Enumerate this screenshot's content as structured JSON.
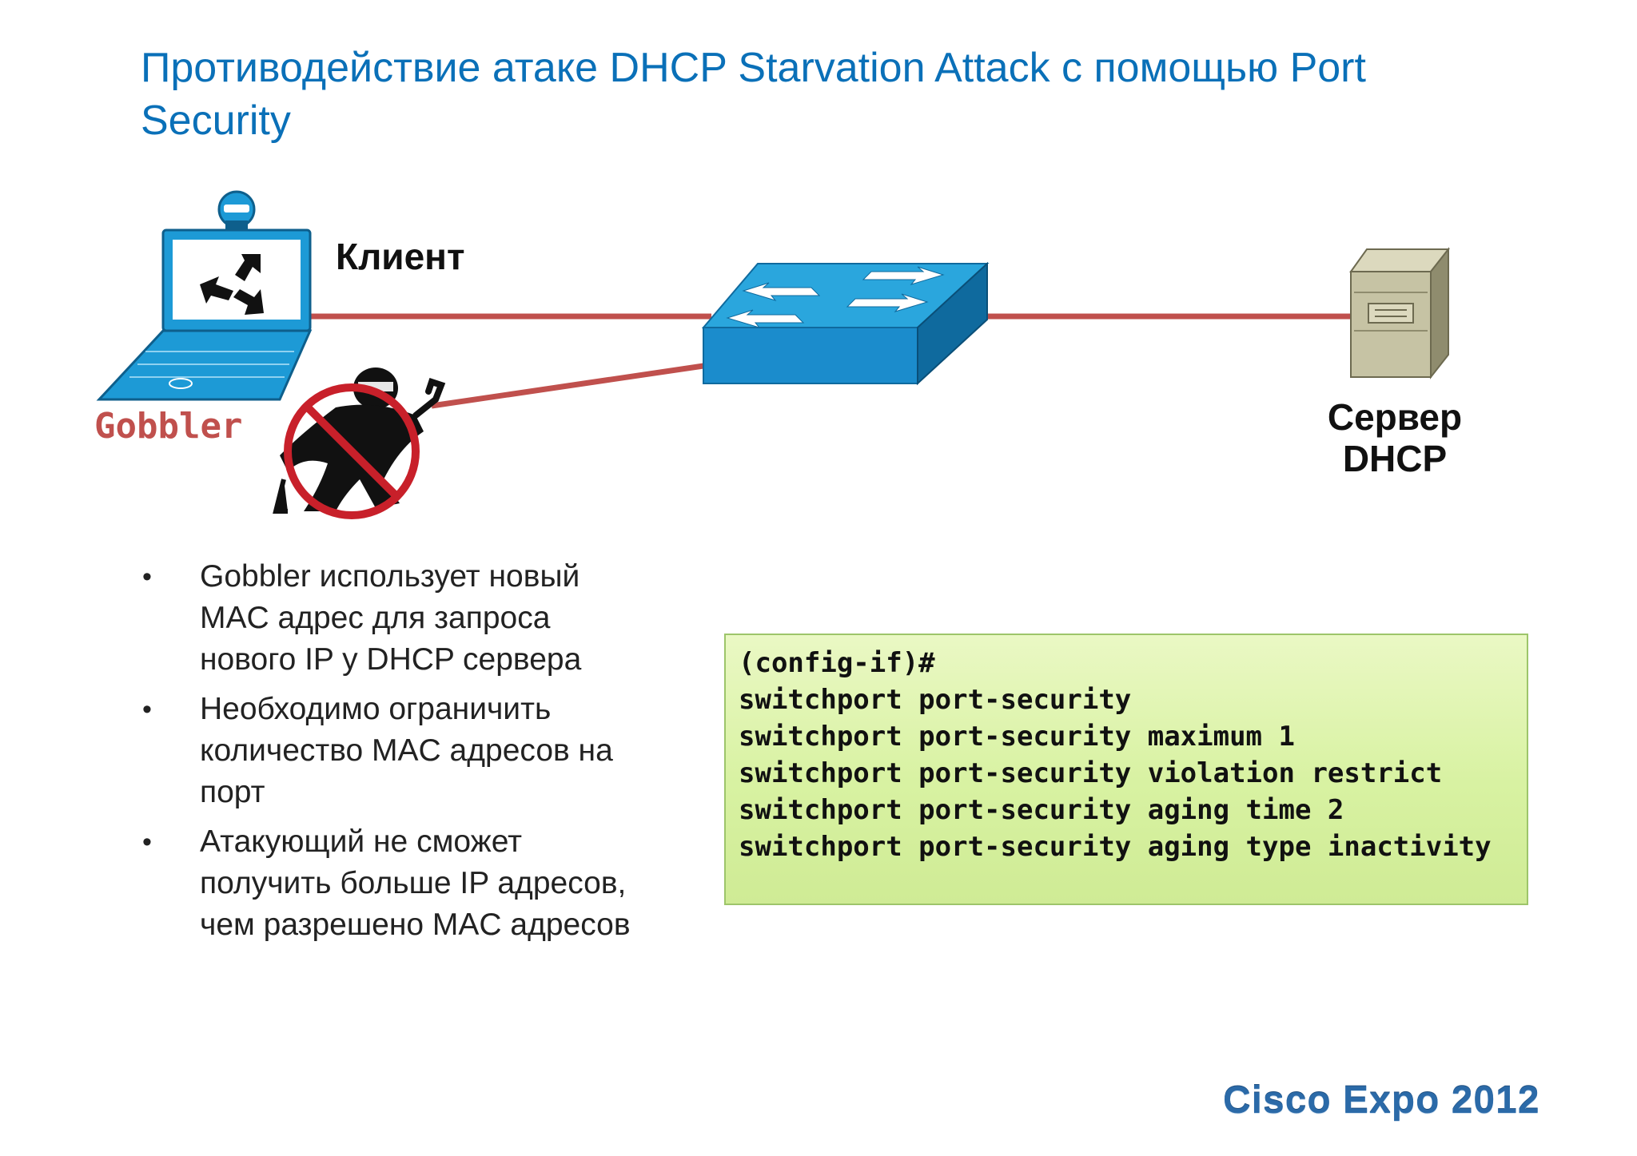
{
  "slide": {
    "title": "Противодействие атаке DHCP Starvation Attack с помощью Port Security"
  },
  "diagram": {
    "client_label": "Клиент",
    "attacker_label": "Gobbler",
    "server_label_line1": "Сервер",
    "server_label_line2": "DHCP",
    "colors": {
      "link": "#c0504d",
      "switch_top": "#2aa6dd",
      "switch_front": "#1b8ccc",
      "switch_side": "#0f6a9e",
      "laptop": "#1d9ad6",
      "prohibit": "#c8202a",
      "server": "#c6c3a4"
    }
  },
  "bullets": [
    "Gobbler использует новый  MAC адрес для запроса нового IP у DHCP сервера",
    "Необходимо ограничить количество MAC адресов на порт",
    "Атакующий не сможет получить больше IP адресов, чем разрешено MAC адресов"
  ],
  "config": {
    "lines": [
      "(config-if)#",
      "switchport port-security",
      "switchport port-security maximum 1",
      "switchport port-security violation restrict",
      "switchport port-security aging time 2",
      "switchport port-security aging type inactivity"
    ]
  },
  "footer": {
    "brand": "Cisco Expo 2012"
  }
}
